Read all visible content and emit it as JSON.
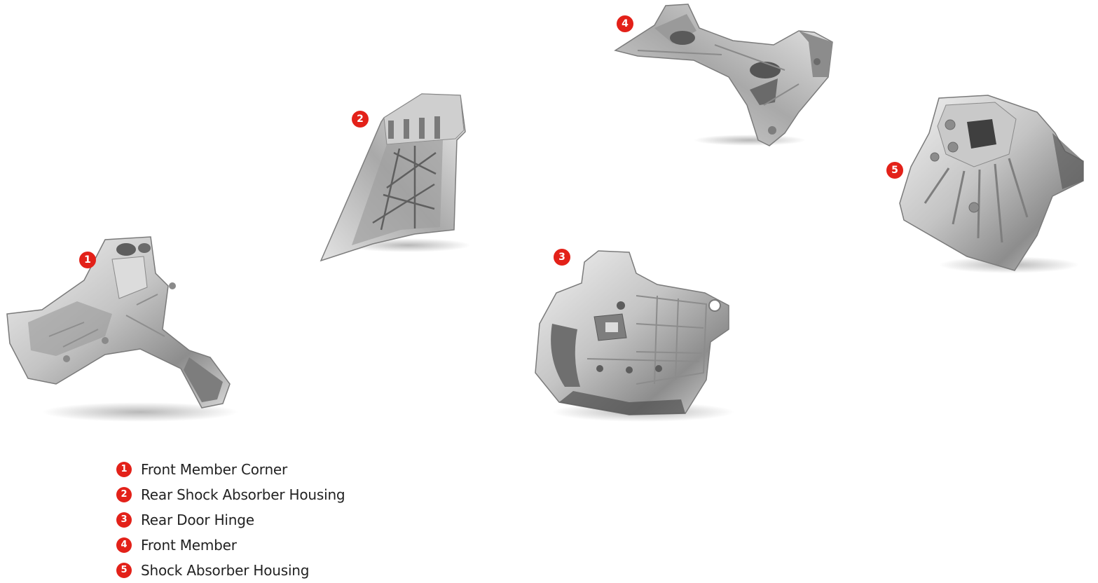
{
  "parts": [
    {
      "number": "1",
      "label": "Front Member Corner",
      "icon": "front-member-corner-part-photo"
    },
    {
      "number": "2",
      "label": "Rear Shock Absorber Housing",
      "icon": "rear-shock-absorber-housing-part-photo"
    },
    {
      "number": "3",
      "label": "Rear Door Hinge",
      "icon": "rear-door-hinge-part-photo"
    },
    {
      "number": "4",
      "label": "Front Member",
      "icon": "front-member-part-photo"
    },
    {
      "number": "5",
      "label": "Shock Absorber Housing",
      "icon": "shock-absorber-housing-part-photo"
    }
  ],
  "colors": {
    "badge": "#e32119",
    "badge_text": "#ffffff",
    "legend_text": "#222222",
    "metal_light": "#e6e6e6",
    "metal_mid": "#b5b5b5",
    "metal_dark": "#6e6e6e"
  }
}
